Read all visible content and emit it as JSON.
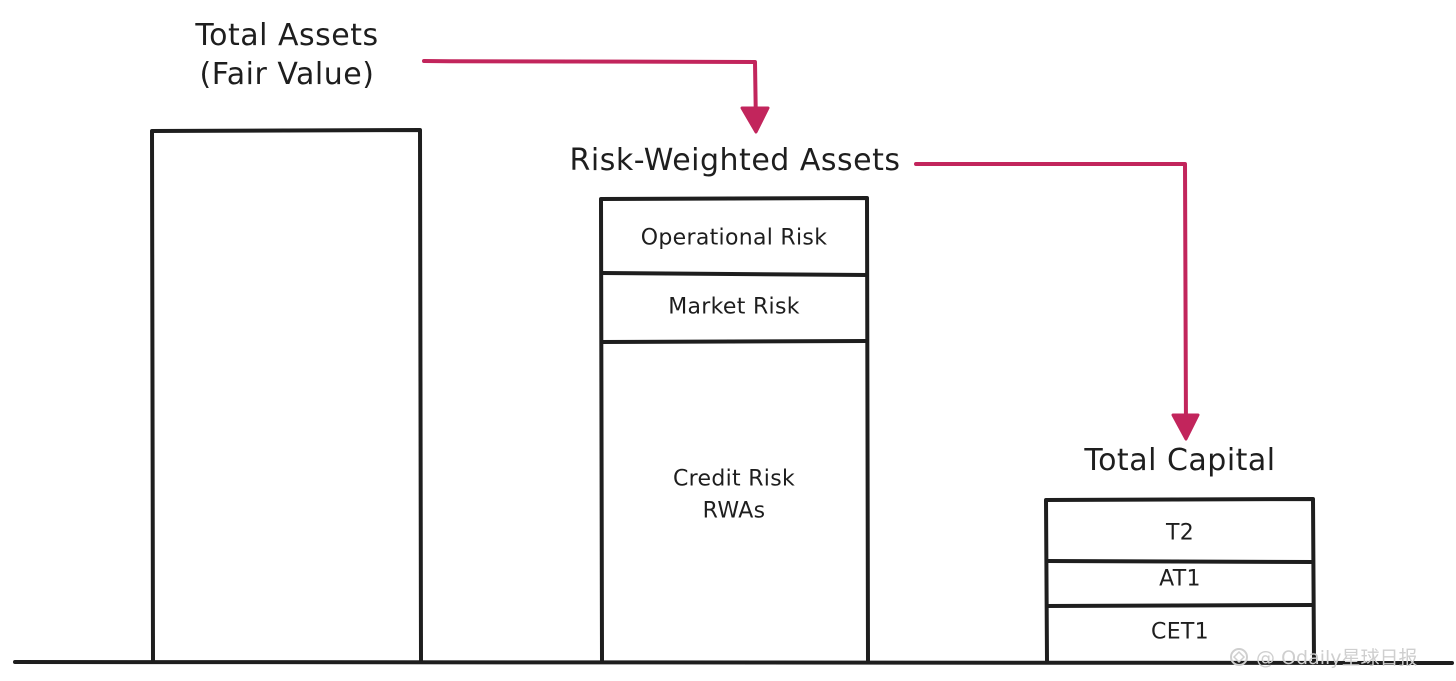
{
  "colors": {
    "ink": "#1e1e1e",
    "arrow": "#c2255c",
    "background": "#ffffff",
    "watermark": "#cfcfcf"
  },
  "titles": {
    "total_assets_line1": "Total Assets",
    "total_assets_line2": "(Fair Value)",
    "rwa": "Risk-Weighted Assets",
    "total_capital": "Total Capital"
  },
  "rwa_segments": {
    "operational": "Operational Risk",
    "market": "Market Risk",
    "credit_line1": "Credit Risk",
    "credit_line2": "RWAs"
  },
  "capital_segments": {
    "t2": "T2",
    "at1": "AT1",
    "cet1": "CET1"
  },
  "watermark": {
    "text": "@ Odaily星球日报",
    "icon": "odaily-logo-icon"
  }
}
